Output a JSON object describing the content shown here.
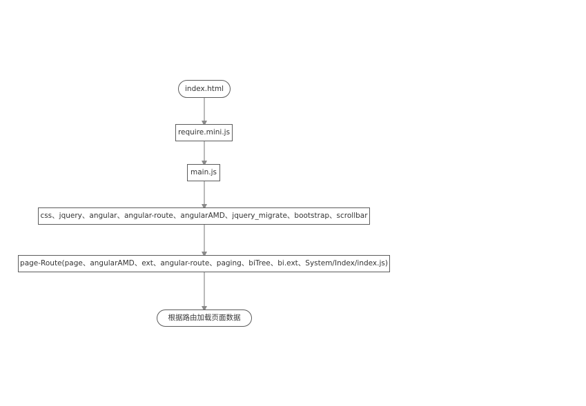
{
  "flowchart": {
    "nodes": [
      {
        "id": "start",
        "shape": "terminal",
        "label": "index.html"
      },
      {
        "id": "require",
        "shape": "process",
        "label": "require.mini.js"
      },
      {
        "id": "main",
        "shape": "process",
        "label": "main.js"
      },
      {
        "id": "libs",
        "shape": "process",
        "label": "css、jquery、angular、angular-route、angularAMD、jquery_migrate、bootstrap、scrollbar"
      },
      {
        "id": "route",
        "shape": "process",
        "label": "page-Route(page、angularAMD、ext、angular-route、paging、biTree、bi.ext、System/Index/index.js)"
      },
      {
        "id": "end",
        "shape": "terminal",
        "label": "根据路由加载页面数据"
      }
    ],
    "edges": [
      {
        "from": "start",
        "to": "require"
      },
      {
        "from": "require",
        "to": "main"
      },
      {
        "from": "main",
        "to": "libs"
      },
      {
        "from": "libs",
        "to": "route"
      },
      {
        "from": "route",
        "to": "end"
      }
    ],
    "colors": {
      "node_border": "#5a5a5a",
      "arrow": "#8a8a8a",
      "text": "#333333"
    }
  }
}
